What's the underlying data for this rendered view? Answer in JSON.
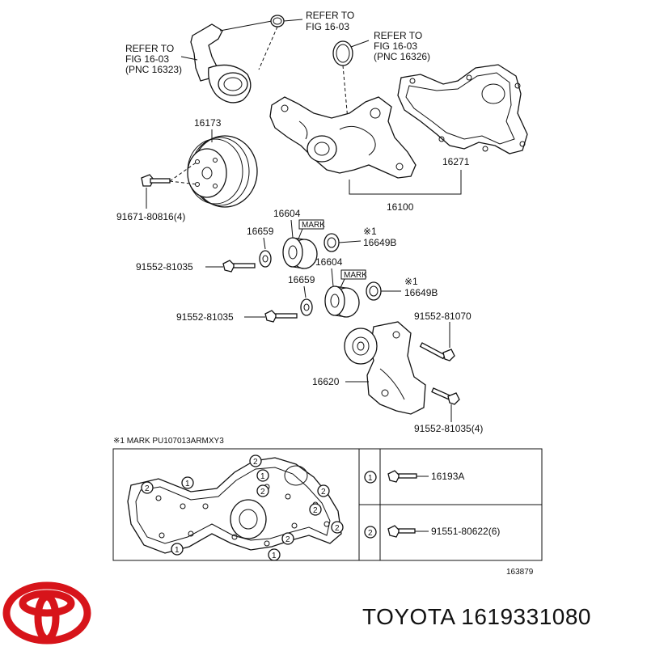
{
  "labels": {
    "refer_a": [
      "REFER TO",
      "FIG 16-03"
    ],
    "refer_b": [
      "REFER TO",
      "FIG 16-03",
      "(PNC 16323)"
    ],
    "refer_c": [
      "REFER TO",
      "FIG 16-03",
      "(PNC 16326)"
    ],
    "p16173": "16173",
    "p16271": "16271",
    "p16100": "16100",
    "p91671": "91671-80816(4)",
    "p16604_a": "16604",
    "p16604_b": "16604",
    "p16659_a": "16659",
    "p16659_b": "16659",
    "p16649b_a": "16649B",
    "p16649b_b": "16649B",
    "note_mark_a": "※1",
    "note_mark_b": "※1",
    "mark_a": "MARK",
    "mark_b": "MARK",
    "p91552_a": "91552-81035",
    "p91552_b": "91552-81035",
    "p91552_c": "91552-81070",
    "p91552_d": "91552-81035(4)",
    "p16620": "16620",
    "footnote": "※1 MARK PU107013ARMXY3",
    "legend_1_part": "16193A",
    "legend_2_part": "91551-80622(6)",
    "legend_1_num": "1",
    "legend_2_num": "2",
    "figure_id": "163879"
  },
  "callout_numbers": {
    "one": "1",
    "two": "2"
  },
  "brand": {
    "name_part": "TOYOTA 1619331080",
    "logo_color": "#d7141a"
  }
}
